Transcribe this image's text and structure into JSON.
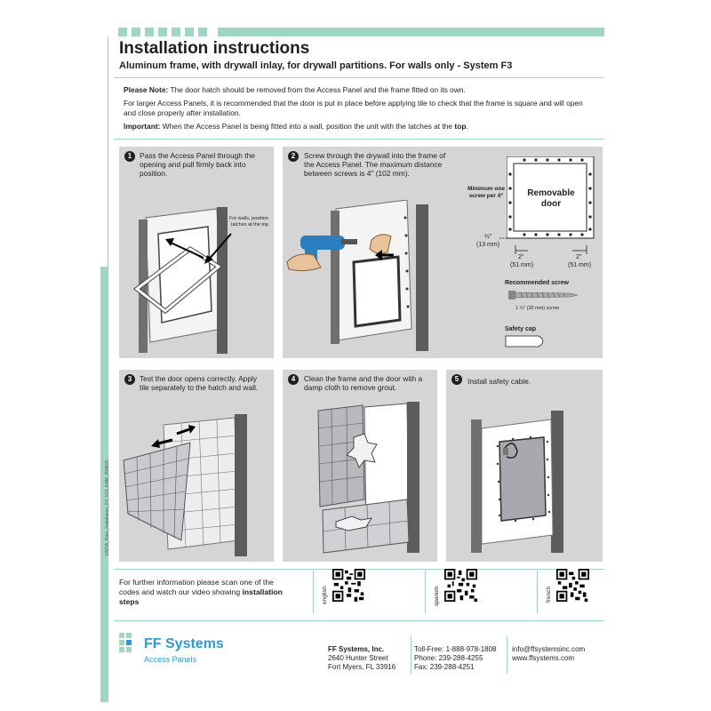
{
  "header": {
    "title": "Installation instructions",
    "subtitle": "Aluminum frame, with drywall inlay, for drywall partitions. For walls only - System F3"
  },
  "notes": {
    "please_note_label": "Please Note:",
    "please_note_text": " The door hatch should be removed from the Access Panel and the frame fitted on its own.",
    "larger_panels_text": "For larger Access Panels, it is recommended that the door is put in place before applying tile to check that the frame is square and will open and close properly after installation.",
    "important_label": "Important:",
    "important_text": " When the Access Panel is being fitted into a wall, position the unit with the latches at the ",
    "important_top": "top",
    "important_end": "."
  },
  "steps": [
    {
      "number": "1",
      "text": "Pass the Access Panel through the opening and pull firmly back into position.",
      "callout": "For walls, position latches at the top"
    },
    {
      "number": "2",
      "text": "Screw through the drywall into the frame of the Access Panel. The maximum distance between screws is 4\" (102 mm)."
    },
    {
      "number": "3",
      "text": "Test the door opens correctly. Apply tile separately to the hatch and wall."
    },
    {
      "number": "4",
      "text": "Clean the frame and the door with a damp cloth to remove grout."
    },
    {
      "number": "5",
      "text": "Install safety cable."
    }
  ],
  "diagram": {
    "min_screw_label": "Minimum one screw per 4\"",
    "removable_door": "Removable door",
    "half_inch": "½\"",
    "half_inch_mm": "(13 mm)",
    "left_dim": "2\"",
    "left_dim_mm": "(51 mm)",
    "right_dim": "2\"",
    "right_dim_mm": "(51 mm)",
    "recommended_screw": "Recommended screw",
    "screw_size": "1 ¼\" (32 mm) screw",
    "safety_cap": "Safety cap"
  },
  "side_code": "USGA_Ram_Installation_F3_V23_KAN_250815",
  "video": {
    "text": "For further information please scan one of the codes and watch our video showing ",
    "bold": "installation steps",
    "languages": [
      "english",
      "spanish",
      "french"
    ]
  },
  "footer": {
    "brand": "FF Systems",
    "brand_sub": "Access Panels",
    "company": "FF Systems, Inc.",
    "street": "2640 Hunter Street",
    "city": "Fort Myers, FL 33916",
    "tollfree": "Toll-Free: 1-888-978-1808",
    "phone": "Phone: 239-288-4255",
    "fax": "Fax: 239-288-4251",
    "email": "info@ffsystemsinc.com",
    "web": "www.ffsystems.com"
  },
  "colors": {
    "accent": "#9fd6c1",
    "brand": "#2b9ad6",
    "panel": "#d5d5d6"
  }
}
